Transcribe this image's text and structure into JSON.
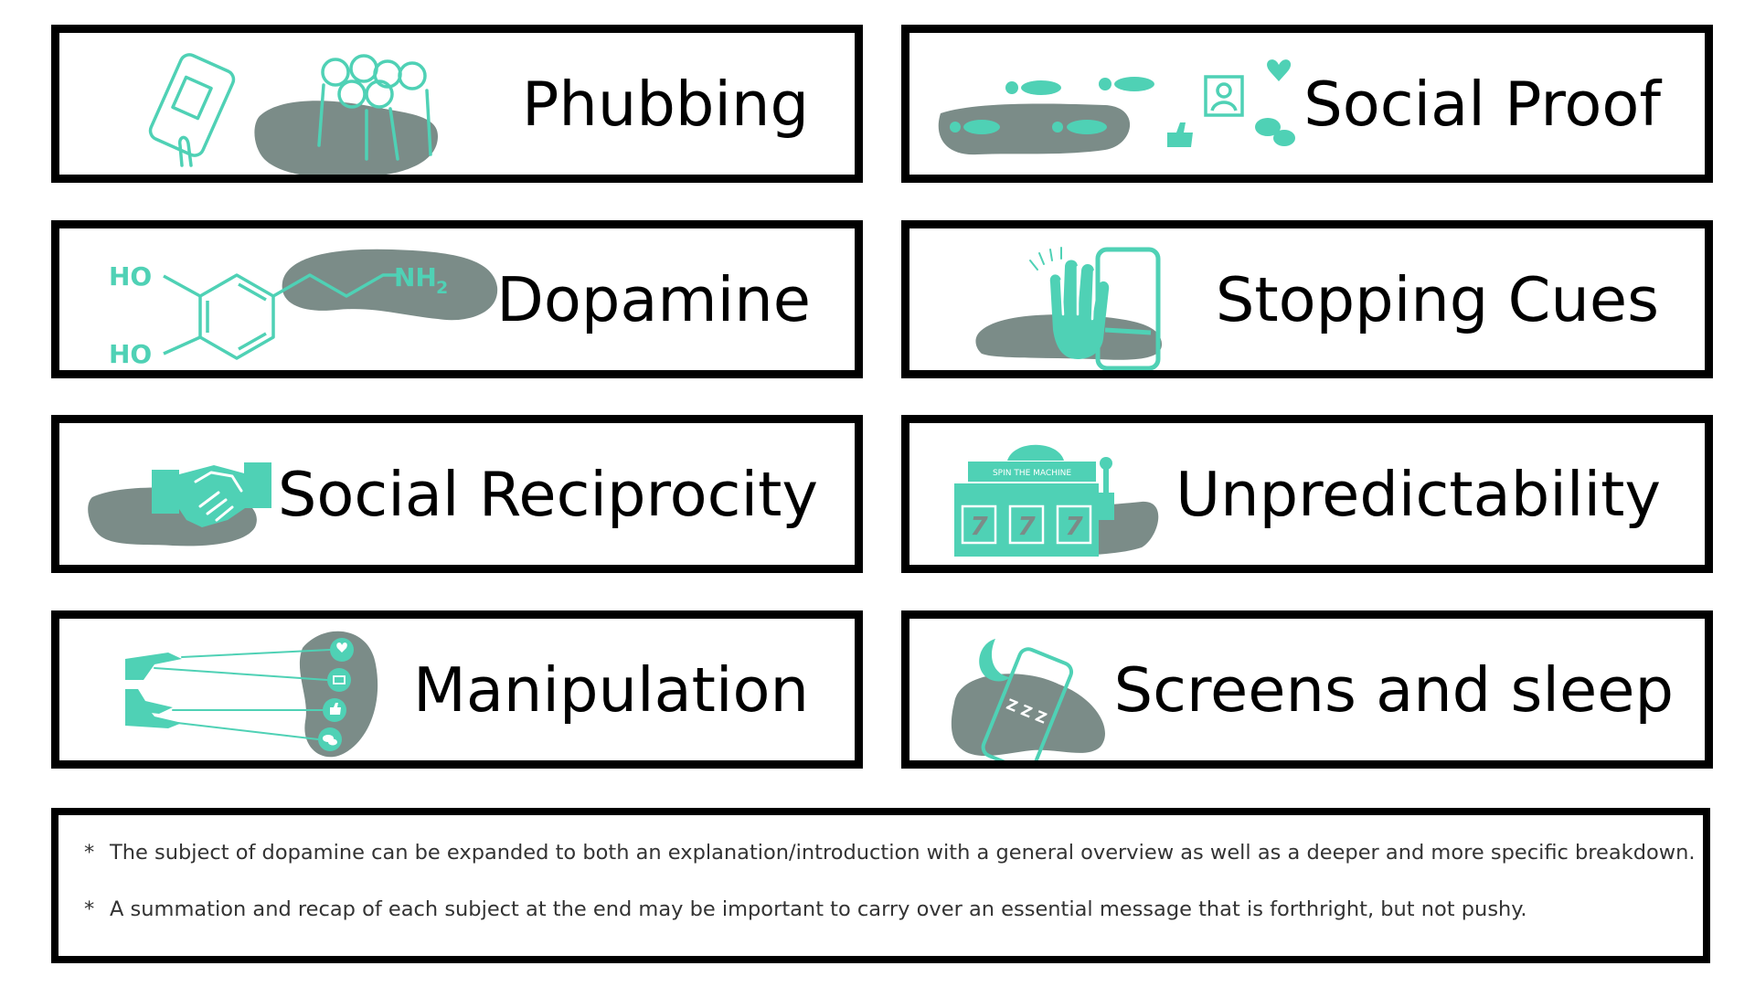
{
  "colors": {
    "accent": "#4fd1b5",
    "blob": "#7b8c88",
    "border": "#000000",
    "text": "#000000"
  },
  "cards": [
    {
      "id": "phubbing",
      "label": "Phubbing",
      "icon": "phone-crowd-icon"
    },
    {
      "id": "social-proof",
      "label": "Social Proof",
      "icon": "footprints-social-icon"
    },
    {
      "id": "dopamine",
      "label": "Dopamine",
      "icon": "dopamine-molecule-icon",
      "molecule": {
        "ho_top": "HO",
        "ho_bottom": "HO",
        "nh2": "NH",
        "nh2_sub": "2"
      }
    },
    {
      "id": "stopping-cues",
      "label": "Stopping Cues",
      "icon": "hand-phone-icon"
    },
    {
      "id": "social-reciprocity",
      "label": "Social Reciprocity",
      "icon": "handshake-icon"
    },
    {
      "id": "unpredictability",
      "label": "Unpredictability",
      "icon": "slot-machine-icon",
      "slot": {
        "marquee": "SPIN THE MACHINE",
        "reel": "7"
      }
    },
    {
      "id": "manipulation",
      "label": "Manipulation",
      "icon": "puppet-hands-icon"
    },
    {
      "id": "screens-and-sleep",
      "label": "Screens and sleep",
      "icon": "sleeping-phone-icon",
      "zzz": "Z Z Z"
    }
  ],
  "notes": [
    {
      "marker": "*",
      "text": "The subject of dopamine can be expanded to both an explanation/introduction with a general overview as well as a deeper and more specific breakdown."
    },
    {
      "marker": "*",
      "text": "A summation and recap of each subject at the end may be important to carry over an essential message that is forthright, but not pushy."
    }
  ]
}
